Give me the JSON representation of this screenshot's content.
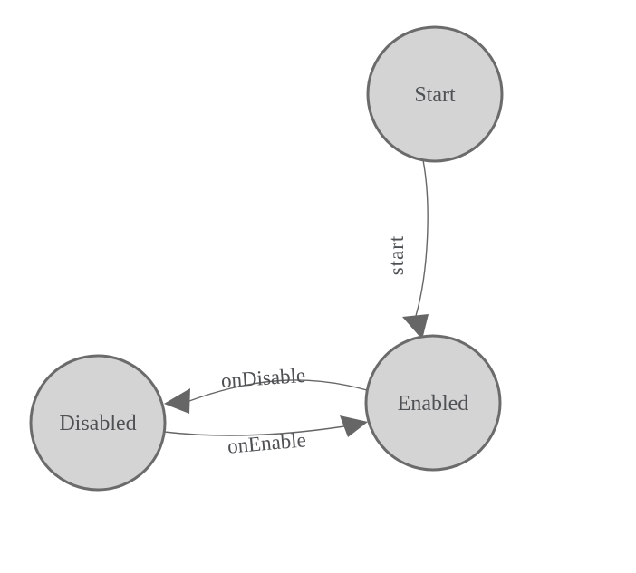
{
  "diagram": {
    "type": "state-machine",
    "background": "#ffffff",
    "node_fill": "#d4d4d4",
    "node_stroke": "#6b6b6b",
    "edge_color": "#666666",
    "text_color": "#4e5154",
    "nodes": [
      {
        "id": "start",
        "label": "Start"
      },
      {
        "id": "enabled",
        "label": "Enabled"
      },
      {
        "id": "disabled",
        "label": "Disabled"
      }
    ],
    "edges": [
      {
        "from": "Start",
        "to": "Enabled",
        "label": "start"
      },
      {
        "from": "Enabled",
        "to": "Disabled",
        "label": "onDisable"
      },
      {
        "from": "Disabled",
        "to": "Enabled",
        "label": "onEnable"
      }
    ]
  }
}
